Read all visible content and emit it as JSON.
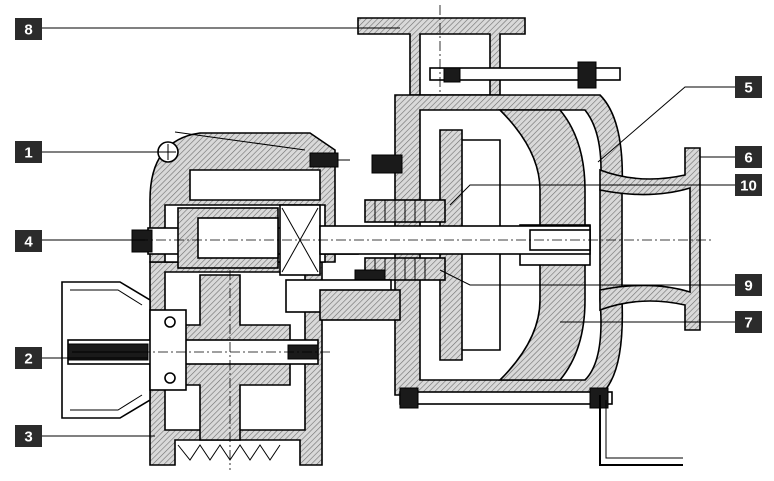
{
  "callouts": [
    {
      "id": "c1",
      "label": "1"
    },
    {
      "id": "c2",
      "label": "2"
    },
    {
      "id": "c3",
      "label": "3"
    },
    {
      "id": "c4",
      "label": "4"
    },
    {
      "id": "c5",
      "label": "5"
    },
    {
      "id": "c6",
      "label": "6"
    },
    {
      "id": "c7",
      "label": "7"
    },
    {
      "id": "c8",
      "label": "8"
    },
    {
      "id": "c9",
      "label": "9"
    },
    {
      "id": "c10",
      "label": "10"
    }
  ],
  "colors": {
    "line": "#000000",
    "label_box": "#2b2b2b",
    "label_text": "#ffffff",
    "hatch": "#7a7a7a"
  }
}
